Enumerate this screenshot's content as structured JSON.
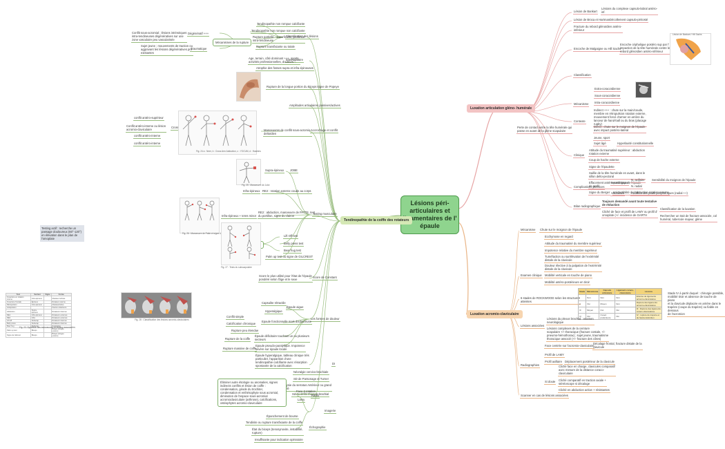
{
  "center": "Lésions péri-\narticulaires et\nligamentaires de l'\népaule",
  "branches": {
    "coiffe": "Tendinopathie de la coiffe des\nrotateurs",
    "gleno": "Luxation articulation gléno-\nhumérale",
    "acromio": "Luxation acromio-claviculaire"
  },
  "note": "Testing actif : recherche un passage douloureux (60°-120°) en élévation dans le plan de l'omoplate",
  "coiffe": {
    "classification": "Classification des lésions",
    "tendino_non_rompue": "Tendinopathie non rompue calcifiante",
    "tendino_non_rompue_nc": "Tendinopathie non rompue non calcifiante",
    "rupture_partielle": "Rupture partielle : superficielle, profonde\nintra-tendineuse",
    "rupture_transfixiante": "Rupture transfixiante ou totale",
    "mecanismes": "Mécanismes de la rupture",
    "degeneratif": "Dégénératif +++",
    "degeneratif_desc": "Conflit sous-acromial ; lésions intrinsèques\nintra-tendineuses dégénératives sur une\nzone vasculaire peu vascularisée",
    "traumatique": "Traumatique",
    "traumatique_desc": "Sujet jeune ; mouvements de traction ou\naggravant les lésions dégénératives pré-\nexistantes",
    "interrogatoire": "Interrogatoire",
    "interro_desc": "Age, terrain, côté dominant +++, sports,\nactivités professionnelles, douleurs…",
    "atrophie": "Atrophie des fosses supra et infra-épineuses",
    "rupture_biceps": "Rupture de la longue portion du Biceps",
    "popeye": "Signe de Popeye",
    "amplitudes": "Amplitudes articulaires passives/actives",
    "accrochage": "Accrochage et conflit",
    "manoeuvres": "Manoeuvres de conflit sous-acromio-\ndeltoïdien",
    "neer": "NEER",
    "conflit_sup": "conflit antéro-supérieur",
    "cross_arm": "Cross Arm Adduction",
    "conflit_int": "Conflit antéro-interne ou lésion\nacromio-claviculaire",
    "yocum": "YOCUM",
    "conflit_int2": "conflit antéro-interne",
    "hawkins": "HAWKINS",
    "conflit_int3": "conflit antéro-interne",
    "testing": "Testing musculaire",
    "supra": "Supra-épineux",
    "jobe": "JOBE",
    "infra": "Infra-épineux",
    "re2": "RE2 : rotation externe coude au corps",
    "infra_teres": "Infra-épineux + teres minor",
    "re2b": "RE2 : abduction, manoeuvre de PATTE, test\ndu portillon, signe du clairon",
    "subscap": "Subscapulaire",
    "liftoff": "Lift Off test",
    "belly": "Belly press test",
    "bear": "Bear hug test",
    "palm": "Palm up test ou signe de GILCREST",
    "constant": "Score de Constant",
    "constant_desc": "Score le plus utilisé pour l'état de l'épaule\npondéré selon l'âge et le sexe",
    "formes": "Les formes de douleur",
    "epaule_aigue": "Épaule aigue",
    "capsulite": "Capsulite rétractile",
    "hyperalgique": "Hyperalgique",
    "chronique": "Epaule fonctionnelle mais douloureuse",
    "conflit_simple": "Conflit simple",
    "calcification": "Calcification chronique",
    "rupture_peu": "Rupture peu étendue",
    "rupture_coiffe": "Rupture de la coiffe",
    "deficitaire": "Épaule déficitaire touchant un ou plusieurs\nsecteurs",
    "rupture_massive": "Rupture massive de coiffe",
    "pseudo": "Epaule pseudo-paralytique. Impotence\nsévère sur épaule locale",
    "hyperalgique2": "Épaule hyperalgique, tableau clinique très\nparticulier, l'apparition d'une\ntendinopathie calcifiante avec résorption\nspontanée de la calcification",
    "di": "DI",
    "nevralgie": "Névralgie cervico-brachiale",
    "sd_parsonage": "SD de Parsonage et Turner",
    "paralysie": "Paralysie du serratus Antérieur ou grand\ndentelé",
    "sd_defile": "Sd du défilé thoraco-brachial",
    "imagerie": "Imagerie",
    "radio": "Radio",
    "face": "Face 3 rotation",
    "lamy": "Lamy",
    "radio_desc": "Éliminer autre étiologie ou anomalies, signes\nindirects conflits et lésion de coiffe :\ncondensation, géode du trochiter,\ncondensation et enthésophyte sous acromial,\ndiminution de l'espace sous-acromial\nacromioclaviculaire (arthrose), calcifications,\nostéophytes acromio-claviculaire",
    "echo": "Échographie",
    "epanchement": "Épanchement de bourse",
    "tendinite": "Tendinite ou rupture transfixiante de la coiffe",
    "etat": "État du biceps (tenosynovite, instabilité,\nrupture)",
    "insuffisante": "Insuffisante pour indication opératoire"
  },
  "gleno": {
    "desc": "Perte de contact entre la tête humérale qui\npasse en avant de la glène scapulaire",
    "bankart": "Lésion de Bankart",
    "bankart_desc": "Lésions du complexe capsulo-labral antéro-\ninf.",
    "broca": "Lésion de Broca et Hartman",
    "broca_desc": "Décollement capsulo-périosté",
    "fracture": "Fracture du rebord glénoïdien antéro-\ninférieur",
    "malgaigne": "Encoche de Malgaigne ou Hill Sachs",
    "malgaigne_desc": "Encoche céphalique postéro sup par l'\nimpaction de la tête humérale contre le\nrebord glénoïdien antéro-inférieur",
    "classification": "Classification",
    "extra": "Extra-coracoïdienne",
    "sous": "Sous-coracoïdienne",
    "intra": "Intra-coracoïdienne",
    "mecanisme": "Mécanisme",
    "indirect": "Indirect +++ : chute sur la main/coude,\nmembre en rétropulsion rotation externe,\nmouvement forcé d'armer en arrière du\nlanceur de hand-ball ou du bras (placage\nrugby)",
    "direct": "Direct : chute sur le moignon de l'épaule\navec impact postéro-latéral",
    "contexte": "Contexte",
    "jeune": "Jeune, sport",
    "sujet_age": "Sujet âgé",
    "hyperlaxite": "Hyperlaxité constitutionnelle",
    "clinique": "Clinique",
    "attitude": "Attitude du traumatisé supérieur : abduction\nrotation externe",
    "coup_hache": "Coup de hache externe",
    "epaulette": "Signe de l'épaulette",
    "saillie": "Saillie de la tête humérale en avant, dans le\nsillon delto-pectoral",
    "effacement": "Effacement antéro-postérieur de l'épaule\nde profil",
    "berger": "Signe du Berger",
    "berger_desc": "Irréductibilité de l'abduction rotation externe",
    "complications": "Complications précoces",
    "neuro": "Neurologique",
    "axillaire": "N. axillaire",
    "axillaire_desc": "Sensibilité du moignon de l'épaule",
    "radial": "N. radial",
    "vasculaire": "Vasculaire",
    "vasc_desc": "Abolition des pouls périphériques (radial ++)",
    "bilan": "Bilan radiographique",
    "bilan_desc": "Toujours demandé avant toute tentative\nde réduction",
    "cliche": "Cliché de face et profil de LAMY ou profil d'\nomoplate (+/- incidence de GARTH",
    "classif_luxation": "Classification de la luxation",
    "fracture_desc": "Rechercher un trait de fracture associée, col\nhuméral, tubercule majeur, glène"
  },
  "acromio": {
    "mecanisme": "Mécanisme",
    "chute": "Chute sur le moignon de l'épaule",
    "examen": "Examen clinique",
    "ecchymose": "Ecchymose en regard",
    "attitude": "Attitude du traumatisé du membre supérieur",
    "impotence": "Impotence relative du membre supérieur",
    "tumefaction": "Tuméfaction ou surélévation de l'extrémité\ndistale de la clavicule",
    "douleur": "Douleur élective à la palpation de l'extrémité\ndistale de la clavicule",
    "mobilite": "Mobilité verticale en touche de piano",
    "mobilite2": "Mobilité antéro-postérieure en tiroir",
    "stades": "6 stades de ROCKWOOD selon les structures\natteintes",
    "rock_desc": "Stade IV à partir duquel : chirurgie possible,\nmobilité tiroir et absence de touche de piano\net la clavicule déplacée en arrière dans le\ntrapèze (coupe du trapèze) ou fiable en dessous\nde l'acromion",
    "lesions": "Lésions associées",
    "plexus": "Lésions du plexus brachial : examen\nneurologique",
    "lesions_desc": "Lésions complexes de la ceinture\nscapulaire +/- thoracique (fracture costale, +/-\npneumo-hémothorax) ; sujet jeune, traumatisme\nthoracique associé (+/- fracture des côtes)",
    "radio": "Radiographies",
    "face": "Face centrée sur l'acromio-claviculaire",
    "face_desc": "Décalage frontal, fracture distale de la\nclavicule",
    "profil_lamy": "Profil de LAMY",
    "profil_axillaire": "Profil axillaire",
    "profil_desc": "Déplacement postérieur de la clavicule",
    "si_doute": "Si doute",
    "cliche_face": "Cliché face en charge, clavicules comparatif\navec mesure de la distance coraco-\nclaviculaire",
    "cliche_comp": "Cliché comparatif en traction axiale +\nstéréoscope si décalage",
    "cliche_ab": "Cliché en abduction active + résistantes",
    "scanner": "Scanner en cas de lésions associées"
  },
  "table_headers": [
    "Stade",
    "Mécanisme",
    "Capsule\narticulaire",
    "Ligament\ncoraco-claviculaire",
    "Lésions"
  ],
  "table_rows": [
    [
      "I",
      "Non",
      "Non",
      "Non",
      "Entorse de ligaments acromio-claviculaires"
    ],
    [
      "II",
      "Oui",
      "Moyen",
      "Non",
      "Rupture des ligaments acromio-claviculaires"
    ],
    [
      "III",
      "Moyen",
      "Oui",
      "Oui",
      "III : Rupture des ligaments coraco-claviculaires"
    ],
    [
      "IV",
      "Oui",
      "Ouvert\npostérieure",
      "Oui",
      "IV : rupture de trapèze et de fascia deltoïdien"
    ]
  ],
  "mini_headers": [
    "Test",
    "Secteur",
    "Signe",
    "Forme"
  ],
  "mini_rows": [
    [
      "Ouverture en rotation interne",
      "Intra-épineux",
      "",
      "Abaisse inclinée"
    ],
    [
      "Ouverture frontale",
      "Épineux",
      "",
      "Rotateur externe"
    ],
    [
      "Rétropulsion",
      "Intra-épineux",
      "",
      "Abaisse/relève"
    ],
    [
      "Antépulsion",
      "",
      "",
      "Flexion antérieure"
    ],
    [
      "Abduction",
      "Supra-épineux",
      "",
      "Rotateurs internes"
    ],
    [
      "RE1",
      "Infra-épineux",
      "",
      "Rotateurs externes"
    ],
    [
      "RE2",
      "Infra",
      "",
      "Rotateurs externes"
    ],
    [
      "Lift off",
      "Subscap.",
      "",
      "Rotateurs internes"
    ],
    [
      "Belly press",
      "Subscap.",
      "",
      "Rotateurs internes"
    ],
    [
      "Bear hug",
      "Subscap.",
      "",
      "Supination"
    ],
    [
      "Palm up test",
      "Biceps",
      "",
      "Biceps (longue portion)"
    ],
    [
      "Signe de Gilcrest",
      "Biceps",
      "",
      "Biceps (longue portion)"
    ]
  ],
  "captions": {
    "mini": "Fig. 23. Synthèse des manoeuvres et testing musculaires",
    "hands": "Fig. 24 a : Neer, b : Cross Arm Adduction, c : YOCUM, d : Hawkins",
    "jobe": "Fig. 25 : Manoeuvre de Jobe",
    "patte": "Fig. 26 : Manoeuvre de Patte et signe du clairon",
    "subscap": "Fig. 27 : Tests du subscapulaire",
    "rupture": "Fig. 28 : Classification des lésions acromio-claviculaires",
    "diagram": "Lésion de Bankart / Hill Sachs"
  },
  "colors": {
    "green_line": "#98bc7e",
    "red_line": "#e7a4a4",
    "orange_line": "#e9b485",
    "center_fill": "#8fd48e"
  },
  "icons": [
    "shoulder-figure-icon",
    "arm-test-icon",
    "xray-icon",
    "hill-sachs-diagram"
  ]
}
